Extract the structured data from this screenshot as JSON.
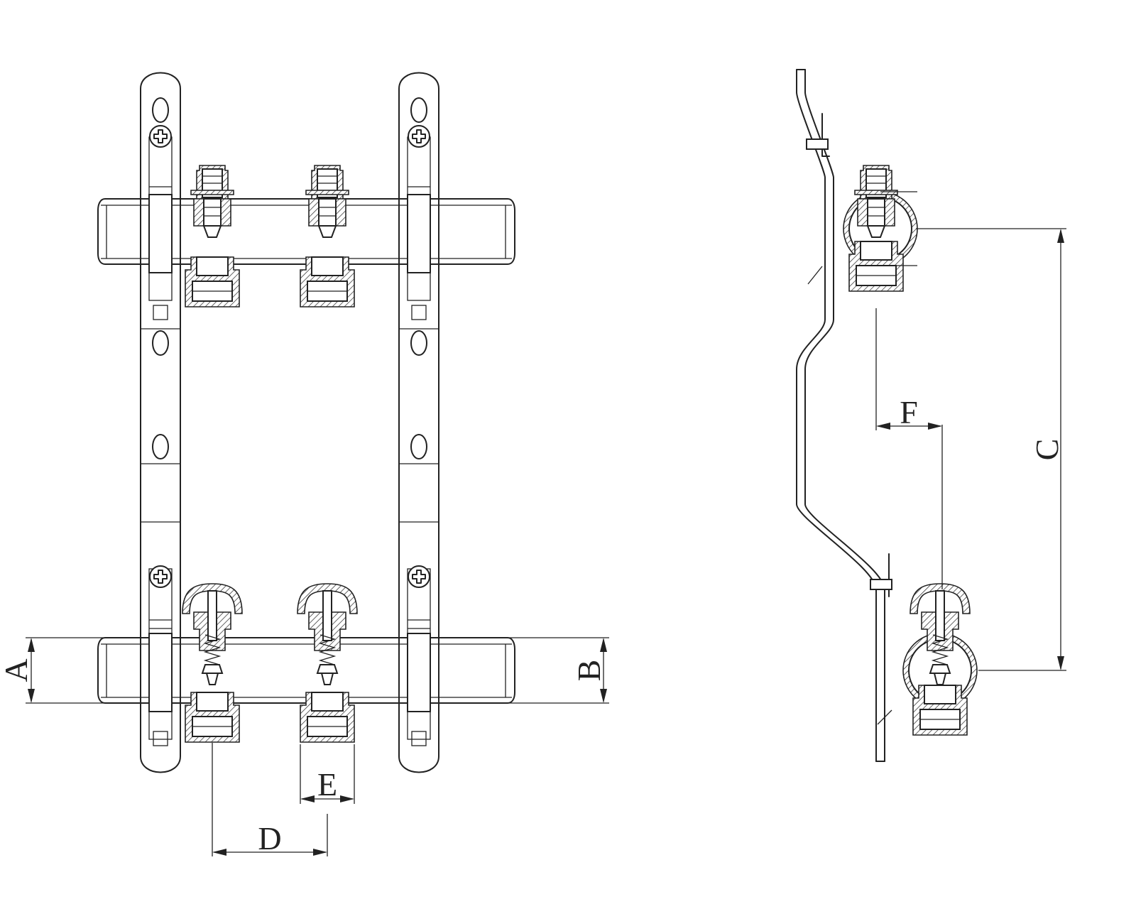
{
  "dimensions": {
    "A": "A",
    "B": "B",
    "C": "C",
    "D": "D",
    "E": "E",
    "F": "F"
  },
  "colors": {
    "line": "#222222",
    "background": "#ffffff"
  }
}
